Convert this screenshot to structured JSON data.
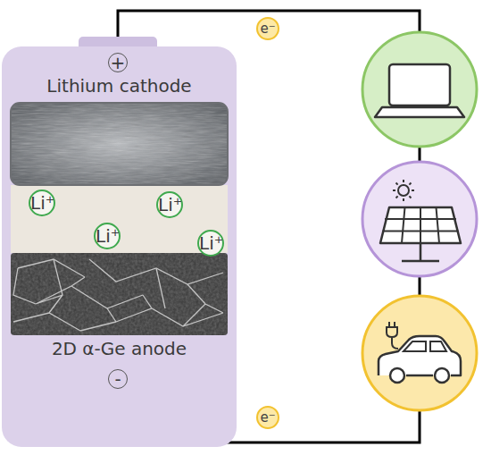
{
  "diagram": {
    "nodes": [
      {
        "text": [
          "Lithium cathode",
          "2D α-Ge anode"
        ]
      },
      {
        "text": [
          "+"
        ],
        "in": 0
      },
      {
        "text": [
          "Li⁺"
        ],
        "in": 0
      },
      {
        "text": [
          "Li⁺"
        ],
        "in": 0
      },
      {
        "text": [
          "Li⁺"
        ],
        "in": 0
      },
      {
        "text": [
          "Li⁺"
        ],
        "in": 0
      },
      {
        "text": [
          "-"
        ],
        "in": 0
      },
      {
        "text": [
          "e⁻"
        ]
      },
      {
        "text": [
          "e⁻"
        ]
      }
    ]
  }
}
